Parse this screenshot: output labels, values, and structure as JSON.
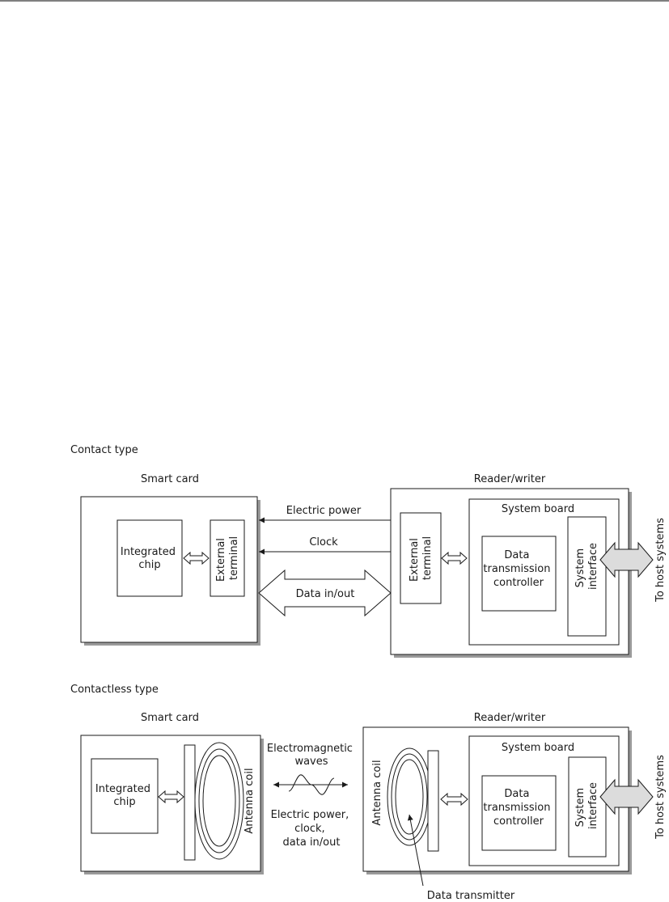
{
  "contact": {
    "section_label": "Contact type",
    "card_title": "Smart card",
    "reader_title": "Reader/writer",
    "integrated_chip": [
      "Integrated",
      "chip"
    ],
    "card_external_terminal": [
      "External",
      "terminal"
    ],
    "electric_power": "Electric power",
    "clock": "Clock",
    "data_in_out": "Data in/out",
    "reader_external_terminal": [
      "External",
      "terminal"
    ],
    "system_board": "System board",
    "data_transmission_controller": [
      "Data",
      "transmission",
      "controller"
    ],
    "system_interface": [
      "System",
      "interface"
    ],
    "to_host_systems": "To host systems"
  },
  "contactless": {
    "section_label": "Contactless type",
    "card_title": "Smart card",
    "reader_title": "Reader/writer",
    "integrated_chip": [
      "Integrated",
      "chip"
    ],
    "card_antenna_coil": "Antenna coil",
    "electromagnetic_waves": [
      "Electromagnetic",
      "waves"
    ],
    "wave_payload": [
      "Electric power,",
      "clock,",
      "data in/out"
    ],
    "reader_antenna_coil": "Antenna coil",
    "system_board": "System board",
    "data_transmission_controller": [
      "Data",
      "transmission",
      "controller"
    ],
    "system_interface": [
      "System",
      "interface"
    ],
    "to_host_systems": "To host systems",
    "data_transmitter": "Data transmitter"
  }
}
